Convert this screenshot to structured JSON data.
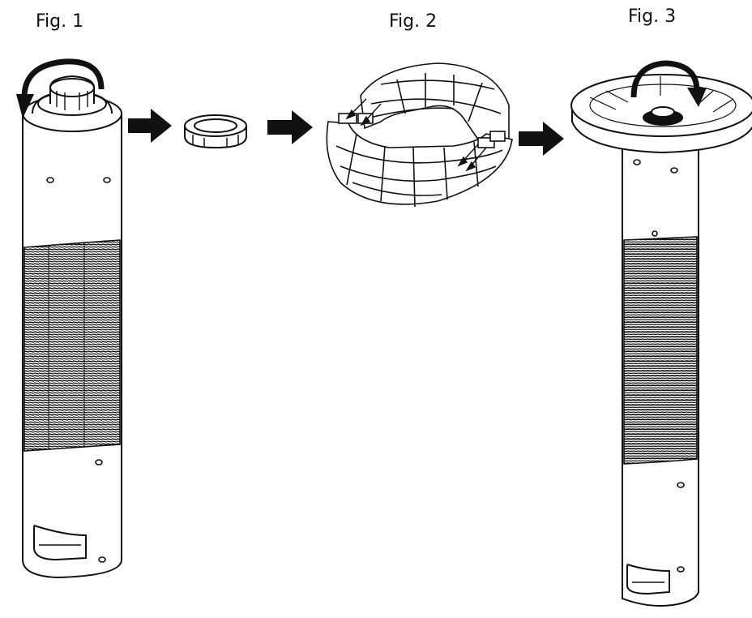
{
  "figures": [
    {
      "label": "Fig. 1"
    },
    {
      "label": "Fig. 2"
    },
    {
      "label": "Fig. 3"
    }
  ],
  "colors": {
    "ink": "#111111",
    "paper": "#ffffff",
    "grille": "#222222"
  },
  "icons": [
    "rotate-arrow-icon",
    "step-arrow-icon",
    "insert-arrow-icon"
  ]
}
